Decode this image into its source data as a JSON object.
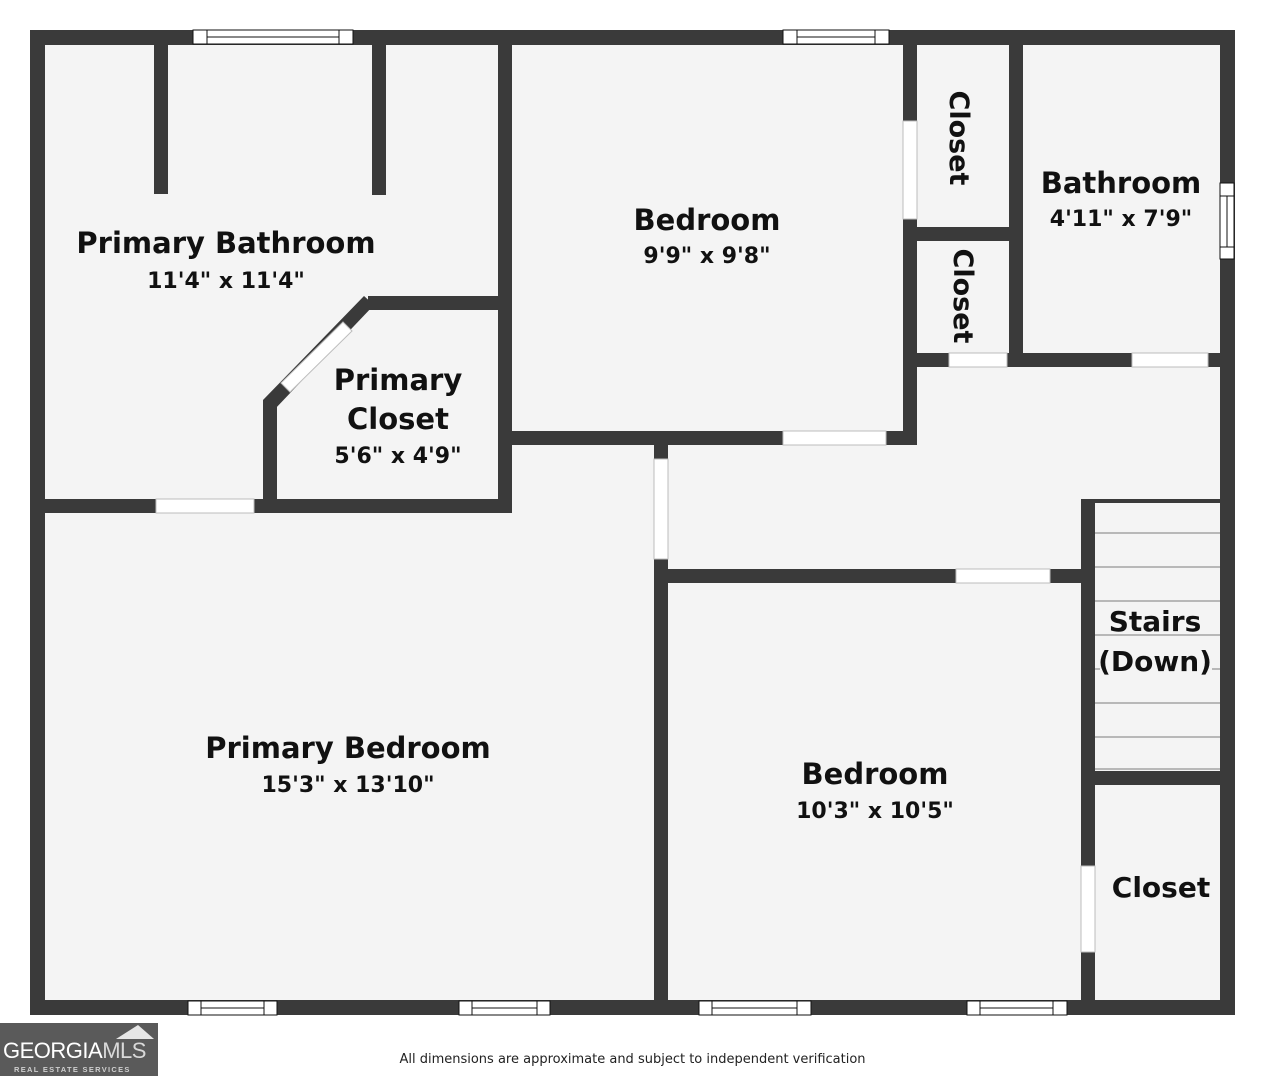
{
  "colors": {
    "wall": "#3a3a3a",
    "floor": "#f4f4f4",
    "opening": "#ffffff",
    "text": "#111111",
    "stair_line": "#b8b8b8"
  },
  "rooms": {
    "primary_bathroom": {
      "name": "Primary Bathroom",
      "dims": "11'4\" x 11'4\""
    },
    "primary_closet": {
      "name_line1": "Primary",
      "name_line2": "Closet",
      "dims": "5'6\" x 4'9\""
    },
    "bedroom_top": {
      "name": "Bedroom",
      "dims": "9'9\" x 9'8\""
    },
    "closet_top_1": {
      "name": "Closet"
    },
    "closet_top_2": {
      "name": "Closet"
    },
    "bathroom": {
      "name": "Bathroom",
      "dims": "4'11\" x 7'9\""
    },
    "stairs": {
      "name_line1": "Stairs",
      "name_line2": "(Down)"
    },
    "primary_bedroom": {
      "name": "Primary Bedroom",
      "dims": "15'3\" x 13'10\""
    },
    "bedroom_bottom": {
      "name": "Bedroom",
      "dims": "10'3\" x 10'5\""
    },
    "closet_right": {
      "name": "Closet"
    }
  },
  "footer": {
    "logo_bold": "GEORGIA",
    "logo_thin": "MLS",
    "logo_sub": "REAL ESTATE SERVICES",
    "disclaimer": "All dimensions are approximate and subject to independent verification"
  }
}
